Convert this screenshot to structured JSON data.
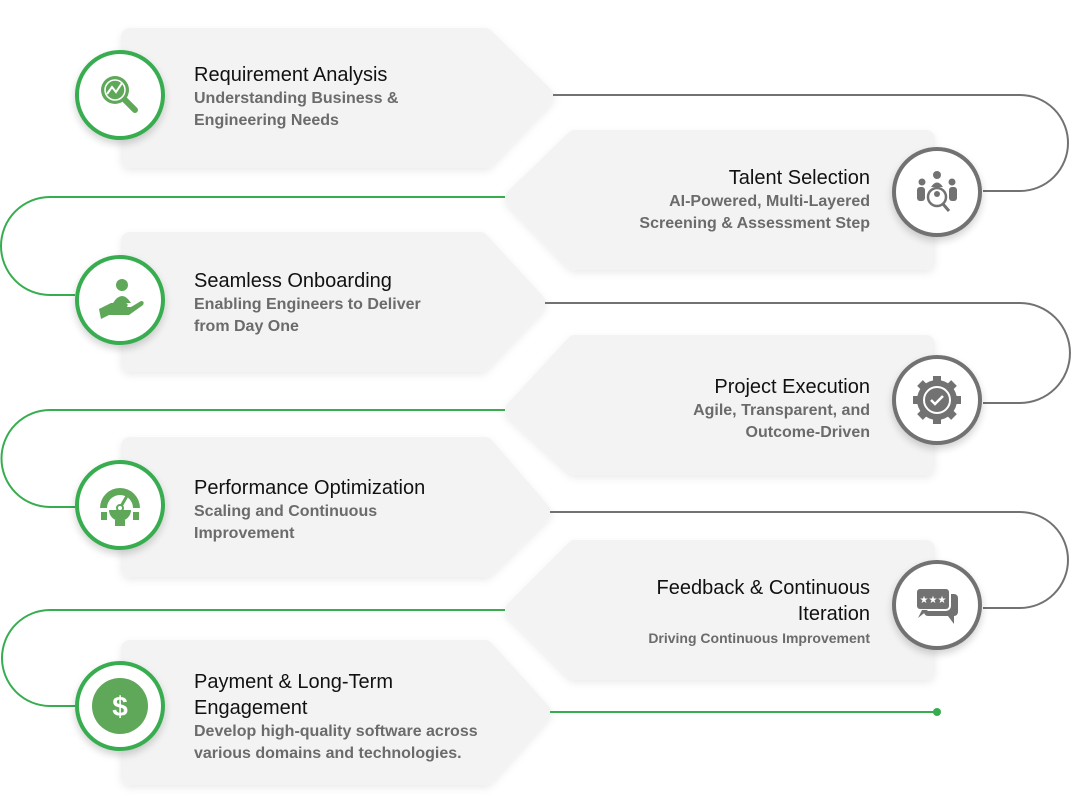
{
  "steps": [
    {
      "title": "Requirement Analysis",
      "subtitle": [
        "Understanding Business &",
        "Engineering Needs"
      ],
      "icon": "magnifier-chart-icon"
    },
    {
      "title": "Talent Selection",
      "subtitle": [
        "AI-Powered, Multi-Layered",
        "Screening & Assessment Step"
      ],
      "icon": "people-search-icon"
    },
    {
      "title": "Seamless Onboarding",
      "subtitle": [
        "Enabling Engineers to Deliver",
        "from Day One"
      ],
      "icon": "hand-person-icon"
    },
    {
      "title": "Project Execution",
      "subtitle": [
        "Agile, Transparent, and",
        "Outcome-Driven"
      ],
      "icon": "gear-check-icon"
    },
    {
      "title": "Performance Optimization",
      "subtitle": [
        "Scaling and Continuous",
        "Improvement"
      ],
      "icon": "gauge-gear-icon"
    },
    {
      "title": [
        "Feedback & Continuous",
        "Iteration"
      ],
      "subtitle": [
        "Driving Continuous Improvement"
      ],
      "icon": "chat-stars-icon"
    },
    {
      "title": [
        "Payment & Long-Term",
        "Engagement"
      ],
      "subtitle": [
        "Develop high-quality software across",
        "various domains and technologies."
      ],
      "icon": "dollar-coin-icon"
    }
  ],
  "colors": {
    "green": "#38ad4f",
    "icon_green": "#5fa85a",
    "gray": "#727272",
    "card": "#f3f3f3"
  }
}
